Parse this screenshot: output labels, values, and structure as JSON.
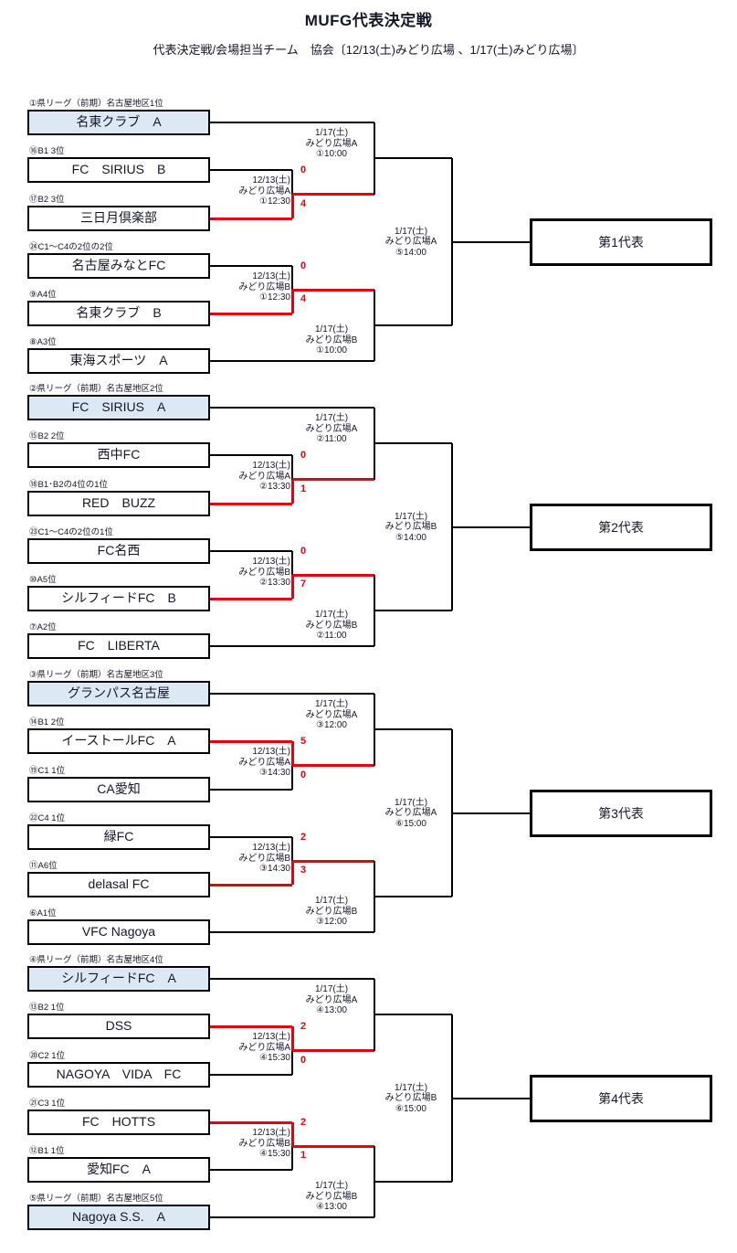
{
  "header": {
    "title": "MUFG代表決定戦",
    "subtitle": "代表決定戦/会場担当チーム　協会〔12/13(土)みどり広場 、1/17(土)みどり広場〕"
  },
  "groups": [
    {
      "name": "group-1",
      "representative": "第1代表",
      "teams": [
        {
          "seed": "①県リーグ（前期）名古屋地区1位",
          "name": "名東クラブ　A",
          "highlight": true
        },
        {
          "seed": "⑯B1 3位",
          "name": "FC　SIRIUS　B",
          "highlight": false
        },
        {
          "seed": "⑰B2 3位",
          "name": "三日月倶楽部",
          "highlight": false
        },
        {
          "seed": "㉔C1～C4の2位の2位",
          "name": "名古屋みなとFC",
          "highlight": false
        },
        {
          "seed": "⑨A4位",
          "name": "名東クラブ　B",
          "highlight": false
        },
        {
          "seed": "⑧A3位",
          "name": "東海スポーツ　A",
          "highlight": false
        }
      ],
      "matches": {
        "r1_a": {
          "date": "12/13(土)",
          "venue": "みどり広場A",
          "time": "①12:30",
          "score_top": "0",
          "score_bottom": "4"
        },
        "r1_b": {
          "date": "12/13(土)",
          "venue": "みどり広場B",
          "time": "①12:30",
          "score_top": "0",
          "score_bottom": "4"
        },
        "r2_a": {
          "date": "1/17(土)",
          "venue": "みどり広場A",
          "time": "①10:00"
        },
        "r2_b": {
          "date": "1/17(土)",
          "venue": "みどり広場B",
          "time": "①10:00"
        },
        "final": {
          "date": "1/17(土)",
          "venue": "みどり広場A",
          "time": "⑤14:00"
        }
      }
    },
    {
      "name": "group-2",
      "representative": "第2代表",
      "teams": [
        {
          "seed": "②県リーグ（前期）名古屋地区2位",
          "name": "FC　SIRIUS　A",
          "highlight": true
        },
        {
          "seed": "⑮B2 2位",
          "name": "西中FC",
          "highlight": false
        },
        {
          "seed": "⑱B1･B2の4位の1位",
          "name": "RED　BUZZ",
          "highlight": false
        },
        {
          "seed": "㉓C1～C4の2位の1位",
          "name": "FC名西",
          "highlight": false
        },
        {
          "seed": "⑩A5位",
          "name": "シルフィードFC　B",
          "highlight": false
        },
        {
          "seed": "⑦A2位",
          "name": "FC　LIBERTA",
          "highlight": false
        }
      ],
      "matches": {
        "r1_a": {
          "date": "12/13(土)",
          "venue": "みどり広場A",
          "time": "②13:30",
          "score_top": "0",
          "score_bottom": "1"
        },
        "r1_b": {
          "date": "12/13(土)",
          "venue": "みどり広場B",
          "time": "②13:30",
          "score_top": "0",
          "score_bottom": "7"
        },
        "r2_a": {
          "date": "1/17(土)",
          "venue": "みどり広場A",
          "time": "②11:00"
        },
        "r2_b": {
          "date": "1/17(土)",
          "venue": "みどり広場B",
          "time": "②11:00"
        },
        "final": {
          "date": "1/17(土)",
          "venue": "みどり広場B",
          "time": "⑤14:00"
        }
      }
    },
    {
      "name": "group-3",
      "representative": "第3代表",
      "teams": [
        {
          "seed": "③県リーグ（前期）名古屋地区3位",
          "name": "グランパス名古屋",
          "highlight": true
        },
        {
          "seed": "⑭B1 2位",
          "name": "イーストールFC　A",
          "highlight": false
        },
        {
          "seed": "⑲C1 1位",
          "name": "CA愛知",
          "highlight": false
        },
        {
          "seed": "㉒C4 1位",
          "name": "緑FC",
          "highlight": false
        },
        {
          "seed": "⑪A6位",
          "name": "delasal FC",
          "highlight": false
        },
        {
          "seed": "⑥A1位",
          "name": "VFC Nagoya",
          "highlight": false
        }
      ],
      "matches": {
        "r1_a": {
          "date": "12/13(土)",
          "venue": "みどり広場A",
          "time": "③14:30",
          "score_top": "5",
          "score_bottom": "0"
        },
        "r1_b": {
          "date": "12/13(土)",
          "venue": "みどり広場B",
          "time": "③14:30",
          "score_top": "2",
          "score_bottom": "3"
        },
        "r2_a": {
          "date": "1/17(土)",
          "venue": "みどり広場A",
          "time": "③12:00"
        },
        "r2_b": {
          "date": "1/17(土)",
          "venue": "みどり広場B",
          "time": "③12:00"
        },
        "final": {
          "date": "1/17(土)",
          "venue": "みどり広場A",
          "time": "⑥15:00"
        }
      }
    },
    {
      "name": "group-4",
      "representative": "第4代表",
      "teams": [
        {
          "seed": "④県リーグ（前期）名古屋地区4位",
          "name": "シルフィードFC　A",
          "highlight": true
        },
        {
          "seed": "⑬B2 1位",
          "name": "DSS",
          "highlight": false
        },
        {
          "seed": "⑳C2 1位",
          "name": "NAGOYA　VIDA　FC",
          "highlight": false
        },
        {
          "seed": "㉑C3 1位",
          "name": "FC　HOTTS",
          "highlight": false
        },
        {
          "seed": "⑫B1 1位",
          "name": "愛知FC　A",
          "highlight": false
        },
        {
          "seed": "⑤県リーグ（前期）名古屋地区5位",
          "name": "Nagoya S.S.　A",
          "highlight": true
        }
      ],
      "matches": {
        "r1_a": {
          "date": "12/13(土)",
          "venue": "みどり広場A",
          "time": "④15:30",
          "score_top": "2",
          "score_bottom": "0"
        },
        "r1_b": {
          "date": "12/13(土)",
          "venue": "みどり広場B",
          "time": "④15:30",
          "score_top": "2",
          "score_bottom": "1"
        },
        "r2_a": {
          "date": "1/17(土)",
          "venue": "みどり広場A",
          "time": "④13:00"
        },
        "r2_b": {
          "date": "1/17(土)",
          "venue": "みどり広場B",
          "time": "④13:00"
        },
        "final": {
          "date": "1/17(土)",
          "venue": "みどり広場B",
          "time": "⑥15:00"
        }
      }
    }
  ],
  "colors": {
    "winner_line": "#e8000d",
    "seeded_box": "#dce9f5",
    "line": "#000000"
  }
}
